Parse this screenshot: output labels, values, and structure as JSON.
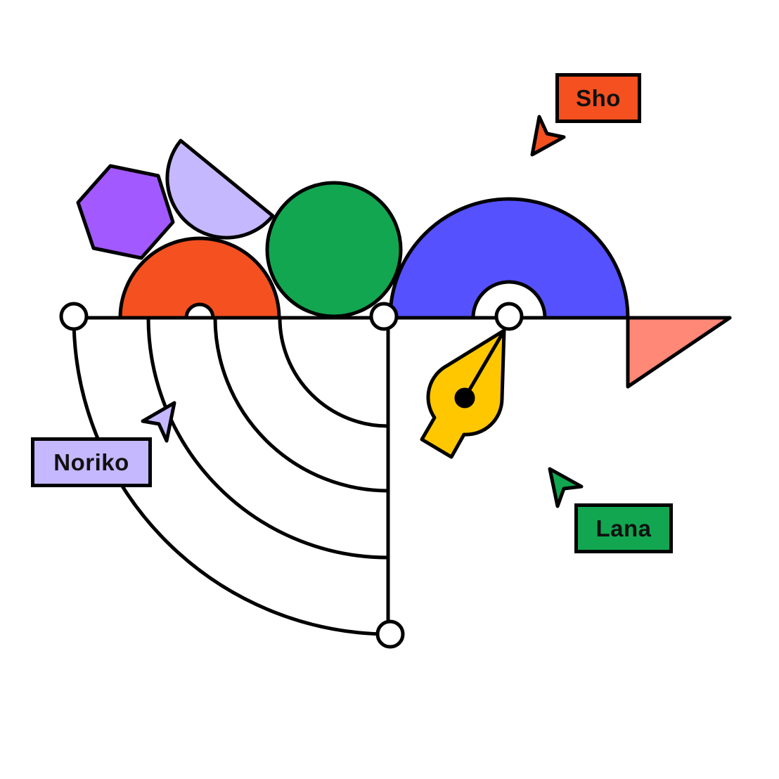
{
  "collaborators": [
    {
      "id": "sho",
      "label": "Sho",
      "color": "#F45020",
      "icon": "cursor-arrow-icon"
    },
    {
      "id": "noriko",
      "label": "Noriko",
      "color": "#C5B8FF",
      "icon": "cursor-arrow-icon"
    },
    {
      "id": "lana",
      "label": "Lana",
      "color": "#12A650",
      "icon": "cursor-arrow-icon"
    }
  ],
  "tools": {
    "pen": {
      "icon": "pen-nib-icon",
      "color": "#FFC700"
    }
  },
  "palette": {
    "orange": "#F45020",
    "lavender": "#C5B8FF",
    "purple": "#A259FF",
    "green": "#12A650",
    "blue": "#5551FF",
    "salmon": "#FF8877",
    "yellow": "#FFC700",
    "stroke": "#000000"
  }
}
